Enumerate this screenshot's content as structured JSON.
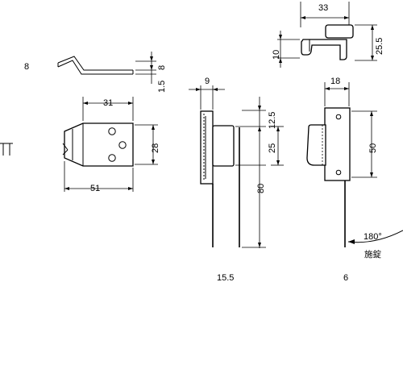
{
  "dimensions": {
    "top_width": "33",
    "lever_thickness": "10",
    "lever_height": "25.5",
    "plate_offset": "8",
    "plate_bend_top": "8",
    "plate_bend_bottom": "1.5",
    "strike_inner_width": "31",
    "strike_height": "28",
    "strike_length": "51",
    "side_depth": "9",
    "side_top_offset": "12.5",
    "side_body": "25",
    "side_total": "80",
    "front_width": "18",
    "front_hole_pitch": "50",
    "rotation": "180°"
  },
  "labels": {
    "rotation_note": "施錠",
    "bottom_left": "15.5",
    "bottom_right": "6"
  }
}
